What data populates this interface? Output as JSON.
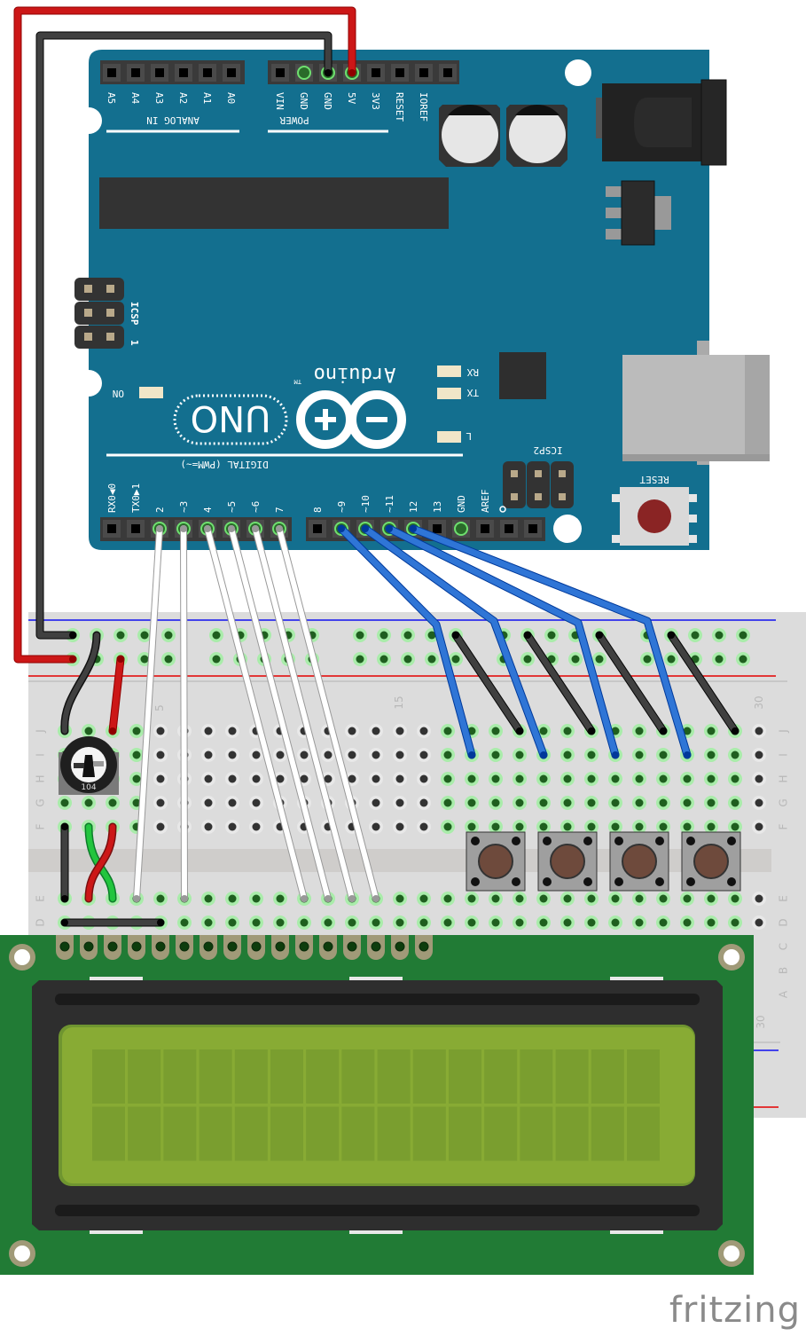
{
  "app": {
    "name": "fritzing",
    "view": "Breadboard"
  },
  "arduino": {
    "board_name": "Arduino",
    "trademark": "TM",
    "model": "UNO",
    "colors": {
      "board": "#136f8f",
      "header": "#3a3a3a",
      "silk": "#ffffff"
    },
    "analog_header": {
      "title": "ANALOG IN",
      "pins": [
        "A5",
        "A4",
        "A3",
        "A2",
        "A1",
        "A0"
      ]
    },
    "power_header": {
      "title": "POWER",
      "pins": [
        "VIN",
        "GND",
        "GND",
        "5V",
        "3V3",
        "RESET",
        "IOREF"
      ],
      "connected": [
        "GND",
        "GND",
        "5V"
      ]
    },
    "digital_header": {
      "title": "DIGITAL (PWM=~)",
      "pins_low": [
        "RX0◀0",
        "TX0▶1",
        "2",
        "~3",
        "4",
        "~5",
        "~6",
        "7"
      ],
      "pins_high": [
        "8",
        "~9",
        "~10",
        "~11",
        "12",
        "13",
        "GND",
        "AREF"
      ]
    },
    "labels": {
      "icsp": "ICSP",
      "icsp2": "ICSP2",
      "icsp_pin1": "1",
      "reset": "RESET",
      "on": "ON",
      "rx": "RX",
      "tx": "TX",
      "l": "L"
    }
  },
  "breadboard": {
    "colors": {
      "body": "#dcdcdc",
      "rail_blue": "#0000ff",
      "rail_red": "#e30000",
      "hole": "#333333",
      "hole_active": "#1f5f1f",
      "hole_glow": "#7ef07e"
    },
    "column_labels": [
      "5",
      "15",
      "30"
    ],
    "row_labels_top": [
      "J",
      "I",
      "H",
      "G",
      "F"
    ],
    "row_labels_bottom": [
      "E",
      "D",
      "C",
      "B",
      "A"
    ]
  },
  "potentiometer": {
    "label": "104",
    "type": "trimmer"
  },
  "buttons": {
    "count": 4,
    "cap_color": "#6e4a3c"
  },
  "lcd": {
    "type": "16x2",
    "columns": 16,
    "rows": 2,
    "pin_count": 16,
    "colors": {
      "pcb": "#217b35",
      "bezel": "#2e2e2e",
      "screen": "#88ab34",
      "cell": "#7a9e2f"
    }
  },
  "wires": [
    {
      "from": "5V",
      "to": "rail+ (left)",
      "color": "#cc1717"
    },
    {
      "from": "GND",
      "to": "rail- (left)",
      "color": "#404040"
    },
    {
      "from": "D2",
      "to": "LCD",
      "color": "#ffffff"
    },
    {
      "from": "D3",
      "to": "LCD",
      "color": "#ffffff"
    },
    {
      "from": "D4",
      "to": "LCD",
      "color": "#ffffff"
    },
    {
      "from": "D5",
      "to": "LCD",
      "color": "#ffffff"
    },
    {
      "from": "D6",
      "to": "LCD",
      "color": "#ffffff"
    },
    {
      "from": "D7",
      "to": "LCD",
      "color": "#ffffff"
    },
    {
      "from": "D9",
      "to": "Button 1",
      "color": "#2f75d6"
    },
    {
      "from": "D10",
      "to": "Button 2",
      "color": "#2f75d6"
    },
    {
      "from": "D11",
      "to": "Button 3",
      "color": "#2f75d6"
    },
    {
      "from": "D12",
      "to": "Button 4",
      "color": "#2f75d6"
    }
  ],
  "footer": {
    "logo": "fritzing"
  }
}
